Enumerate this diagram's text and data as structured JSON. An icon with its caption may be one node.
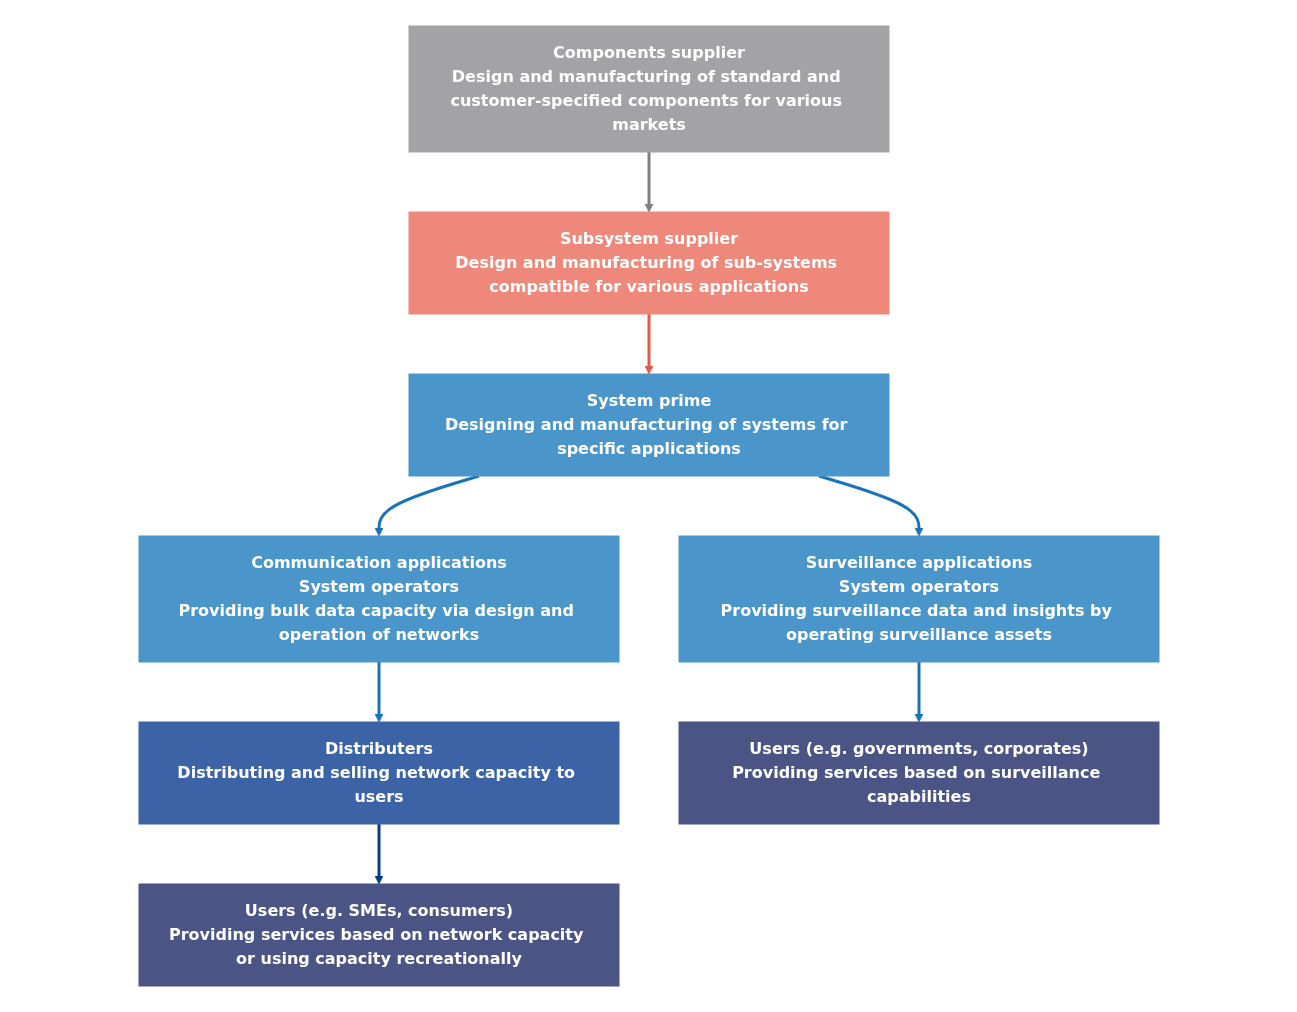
{
  "diagram": {
    "nodes": [
      {
        "text": [
          "Components supplier",
          "Design and manufacturing of standard and customer-specified components for various markets"
        ]
      },
      {
        "text": [
          "Subsystem supplier",
          "Design and manufacturing of sub-systems compatible for various applications"
        ]
      },
      {
        "text": [
          "System prime",
          "Designing and manufacturing of systems for specific applications"
        ]
      },
      {
        "text": [
          "Communication applications",
          "System operators",
          "Providing bulk data capacity via design and operation of networks"
        ]
      },
      {
        "text": [
          "Surveillance applications",
          "System operators",
          "Providing surveillance data and insights by operating surveillance assets"
        ]
      },
      {
        "text": [
          "Distributers",
          "Distributing and selling network capacity to users"
        ]
      },
      {
        "text": [
          "Users (e.g. governments, corporates)",
          "Providing services based on surveillance capabilities"
        ]
      },
      {
        "text": [
          "Users (e.g. SMEs, consumers)",
          "Providing services based on network capacity or using capacity recreationally"
        ]
      }
    ],
    "edges": [
      {
        "from": 0,
        "to": 1,
        "arrow": "to",
        "color": "#808080"
      },
      {
        "from": 1,
        "to": 2,
        "arrow": "to",
        "color": "#e05a47"
      },
      {
        "from": 2,
        "to": 3,
        "arrow": "to"
      },
      {
        "from": 2,
        "to": 4,
        "arrow": "to"
      },
      {
        "from": 3,
        "to": 5,
        "arrow": "to"
      },
      {
        "from": 4,
        "to": 6,
        "arrow": "to"
      },
      {
        "from": 5,
        "to": 7,
        "arrow": "to",
        "color": "#0a3a8a"
      }
    ]
  }
}
